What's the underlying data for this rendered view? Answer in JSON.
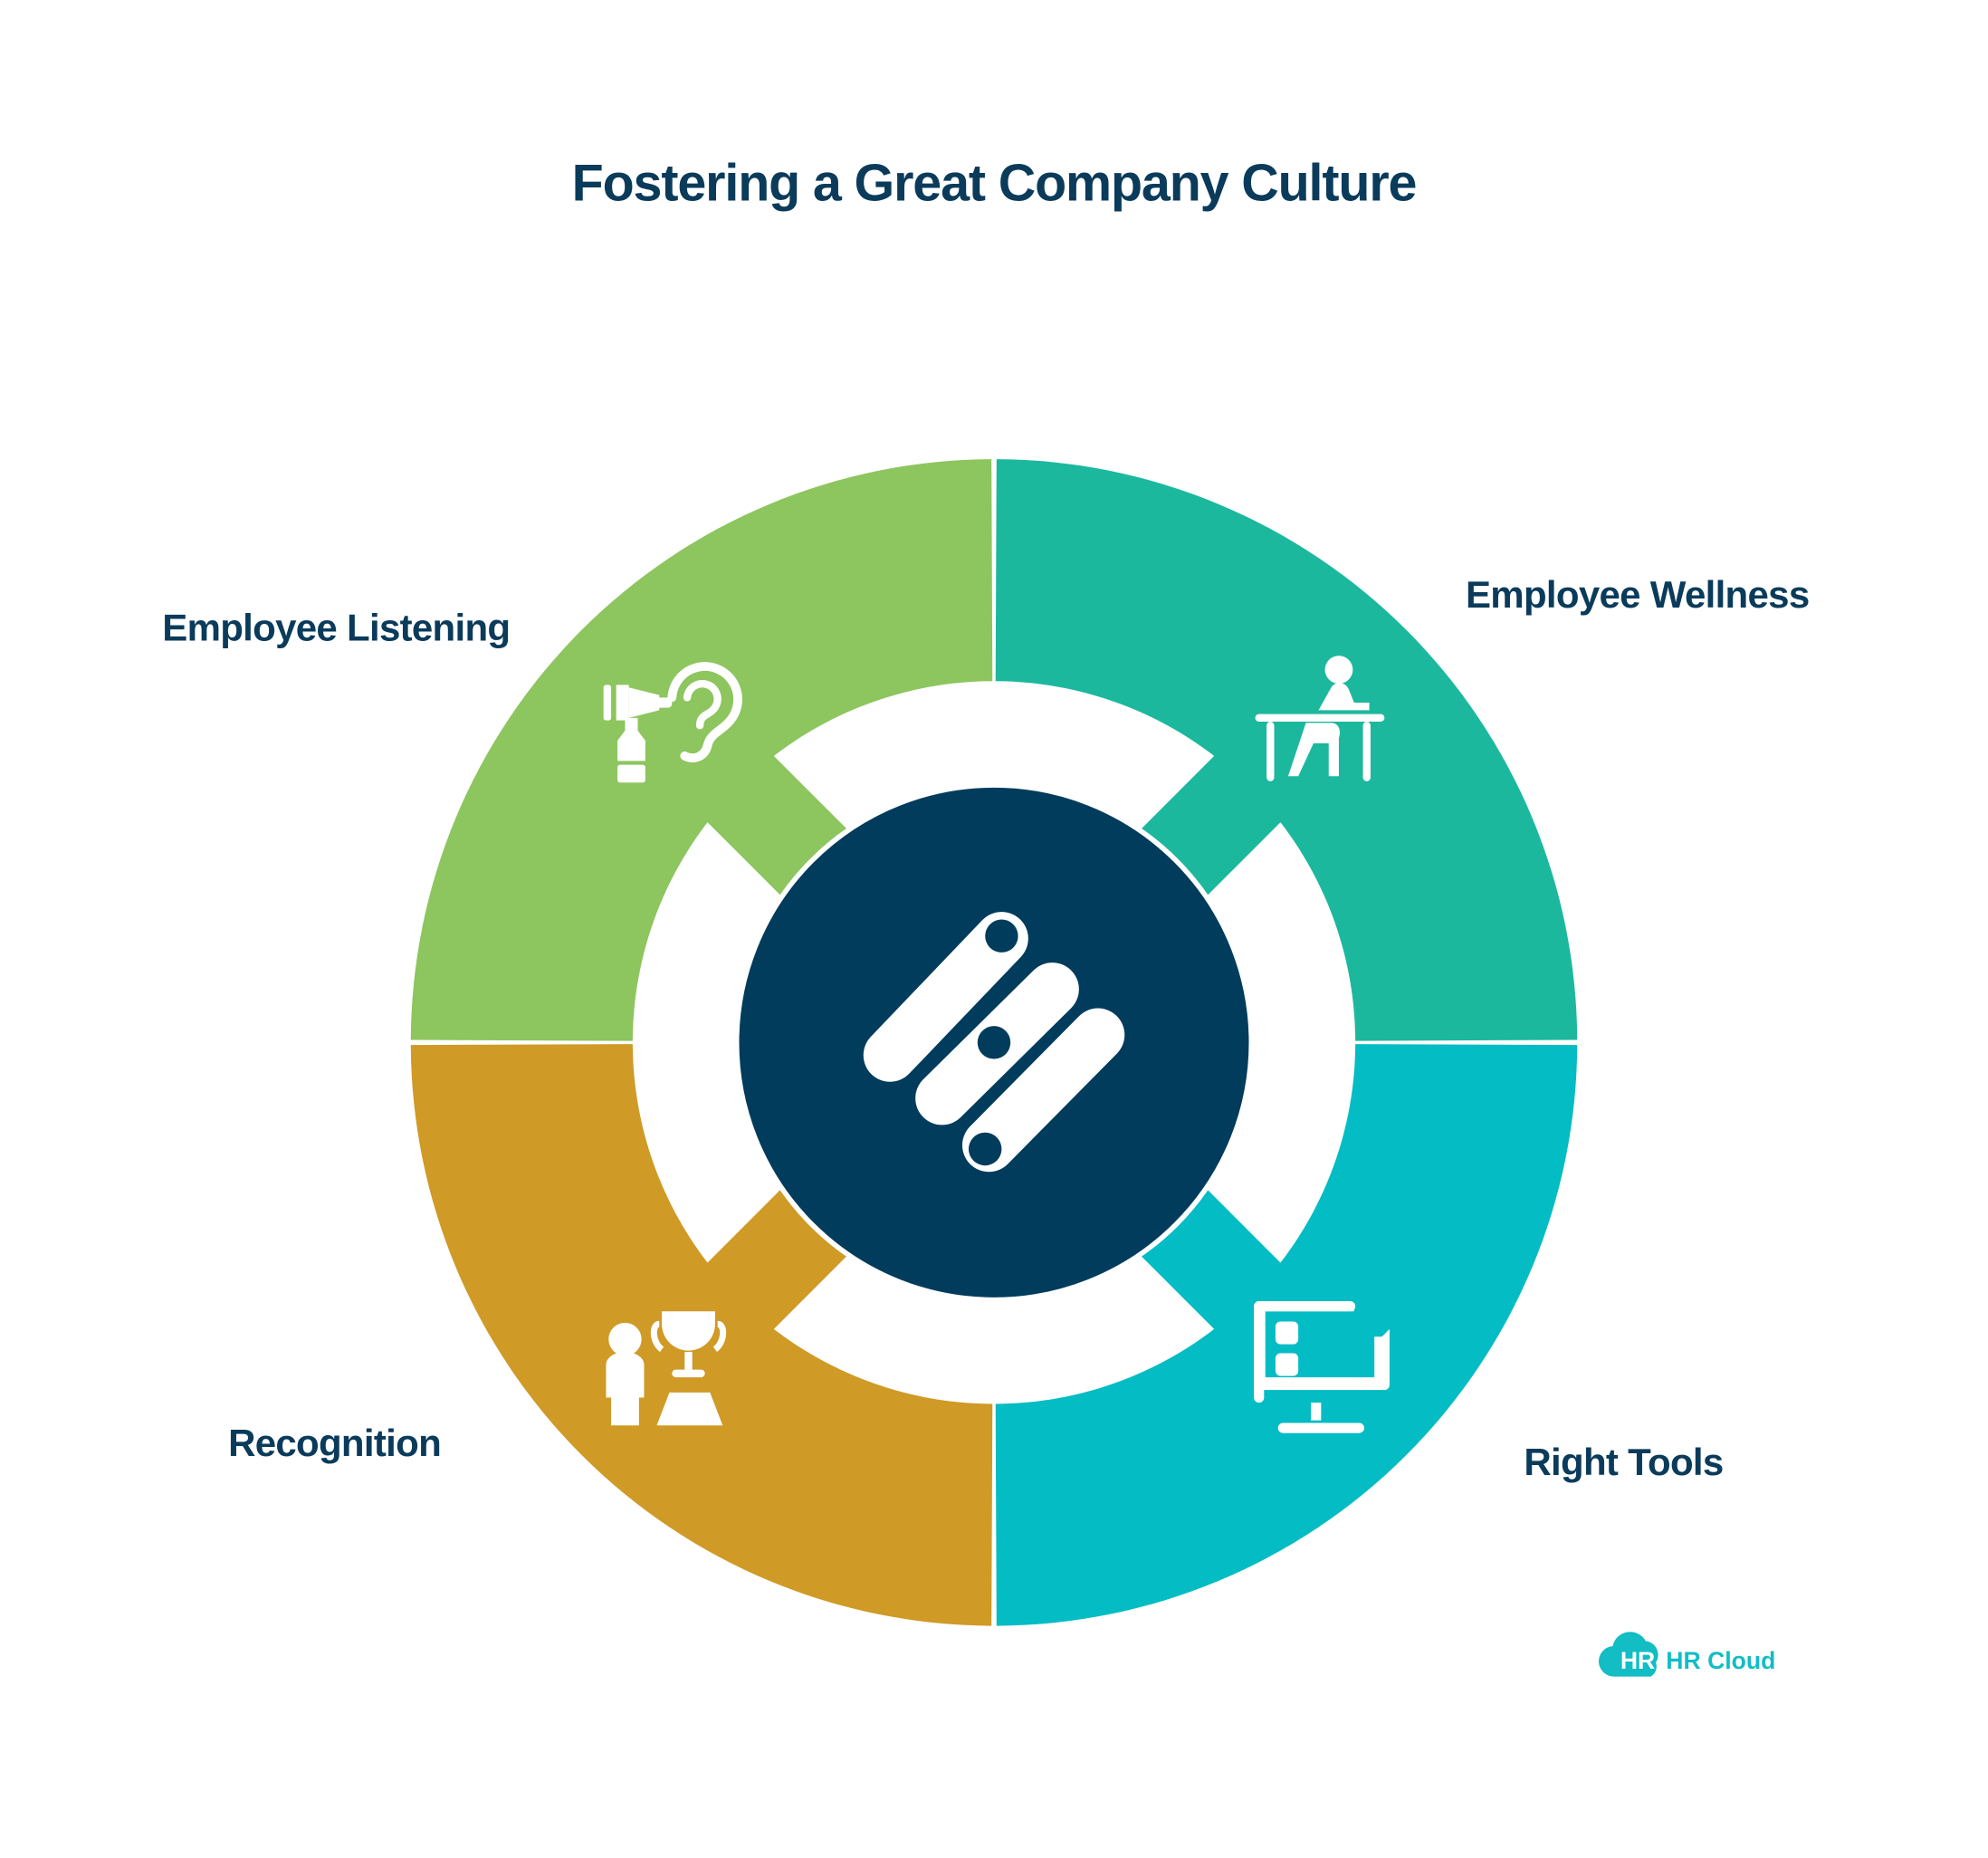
{
  "title": "Fostering a Great Company Culture",
  "segments": [
    {
      "label": "Employee Listening",
      "icon": "ear-hearing-test-icon",
      "color": "#8DC55E"
    },
    {
      "label": "Employee Wellness",
      "icon": "person-at-desk-icon",
      "color": "#1CB89E"
    },
    {
      "label": "Right Tools",
      "icon": "computer-monitor-icon",
      "color": "#03BCC4"
    },
    {
      "label": "Recognition",
      "icon": "person-trophy-icon",
      "color": "#CF9A25"
    }
  ],
  "center": {
    "icon": "company-logo-icon",
    "color": "#013C5C"
  },
  "brand": {
    "badge": "HR",
    "name": "HR Cloud",
    "color": "#12BDC4"
  }
}
